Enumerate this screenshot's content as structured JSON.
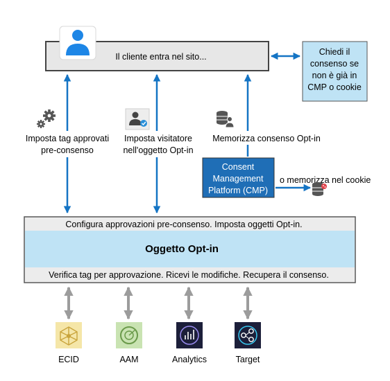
{
  "site_box": {
    "text": "Il cliente entra nel sito..."
  },
  "side_note": {
    "lines": [
      "Chiedi il",
      "consenso se",
      "non è già in",
      "CMP o cookie"
    ]
  },
  "label_left": {
    "lines": [
      "Imposta tag approvati",
      "pre-consenso"
    ]
  },
  "label_middle": {
    "lines": [
      "Imposta visitatore",
      "nell'oggetto Opt-in"
    ]
  },
  "label_right": {
    "lines": [
      "Memorizza consenso Opt-in"
    ]
  },
  "cmp_box": {
    "lines": [
      "Consent",
      "Management",
      "Platform (CMP)"
    ]
  },
  "cookie_label": {
    "text": "o memorizza nel cookie"
  },
  "optin_box": {
    "top_text": "Configura approvazioni pre-consenso. Imposta oggetti Opt-in.",
    "title": "Oggetto Opt-in",
    "bottom_text": "Verifica tag per approvazione. Ricevi le modifiche. Recupera il consenso."
  },
  "products": [
    {
      "label": "ECID",
      "icon": "ecid-icon"
    },
    {
      "label": "AAM",
      "icon": "aam-icon"
    },
    {
      "label": "Analytics",
      "icon": "analytics-icon"
    },
    {
      "label": "Target",
      "icon": "target-icon"
    }
  ],
  "colors": {
    "arrow_blue": "#1474c4",
    "light_blue": "#bfe3f5",
    "site_box_fill": "#e7e7e7",
    "cmp_fill": "#1f6eb6",
    "grey_arrow": "#9c9c9c",
    "aam_green": "#c9e3b2",
    "ecid_yellow": "#f5e6a8",
    "dark_product_bg": "#1c1f3a"
  }
}
